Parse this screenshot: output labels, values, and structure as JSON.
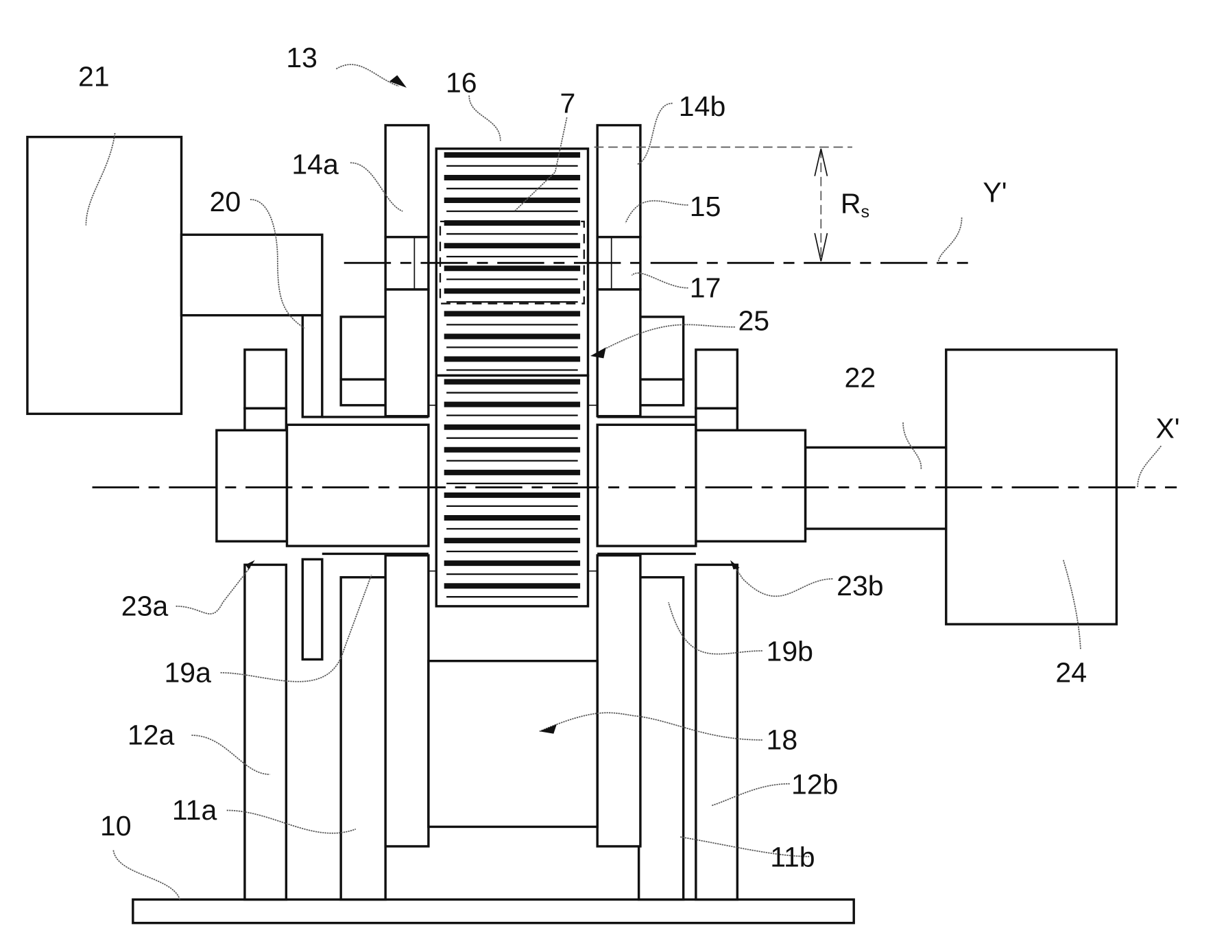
{
  "figure": {
    "kind": "patent mechanical cross-section drawing",
    "labels": {
      "l21": "21",
      "l13": "13",
      "l16": "16",
      "l7": "7",
      "l14b": "14b",
      "l14a": "14a",
      "l20": "20",
      "l15": "15",
      "lRs": "R",
      "lRs_sub": "s",
      "lY": "Y'",
      "l17": "17",
      "l25": "25",
      "l22": "22",
      "lX": "X'",
      "l23a": "23a",
      "l23b": "23b",
      "l19a": "19a",
      "l19b": "19b",
      "l18": "18",
      "l12a": "12a",
      "l12b": "12b",
      "l11a": "11a",
      "l11b": "11b",
      "l10": "10",
      "l24": "24"
    },
    "axes": [
      "X'",
      "Y'"
    ],
    "dimension": "Rs"
  }
}
